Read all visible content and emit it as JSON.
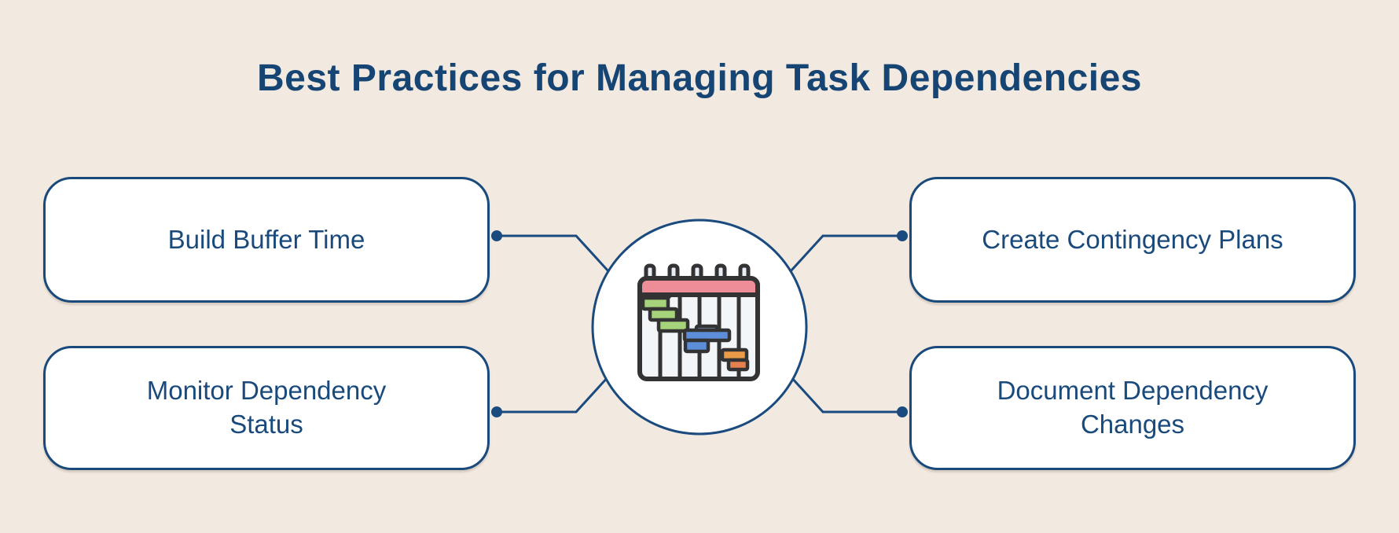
{
  "title": "Best Practices for Managing Task Dependencies",
  "boxes": [
    {
      "id": "build-buffer-time",
      "label": "Build Buffer Time",
      "lines": [
        "Build Buffer Time"
      ]
    },
    {
      "id": "monitor-dependency-status",
      "label": "Monitor Dependency Status",
      "lines": [
        "Monitor Dependency",
        "Status"
      ]
    },
    {
      "id": "create-contingency-plans",
      "label": "Create Contingency Plans",
      "lines": [
        "Create Contingency Plans"
      ]
    },
    {
      "id": "document-dependency-changes",
      "label": "Document Dependency Changes",
      "lines": [
        "Document Dependency",
        "Changes"
      ]
    }
  ],
  "center_icon": "gantt-chart-calendar-icon",
  "colors": {
    "background": "#f2e9e1",
    "navy_accent": "#1a4a7c",
    "title_text": "#174573",
    "card_fill": "#ffffff",
    "icon_outline": "#333333",
    "icon_header_pink": "#ee8d97",
    "icon_ring_fill": "#e6edf4",
    "icon_body_fill": "#f3f6f9",
    "icon_bar_green": "#a5d27a",
    "icon_bar_blue": "#5d8ed9",
    "icon_bar_blue_light": "#8fb4e6",
    "icon_bar_orange": "#ec9b49",
    "icon_bar_orange_dark": "#e5814e"
  }
}
